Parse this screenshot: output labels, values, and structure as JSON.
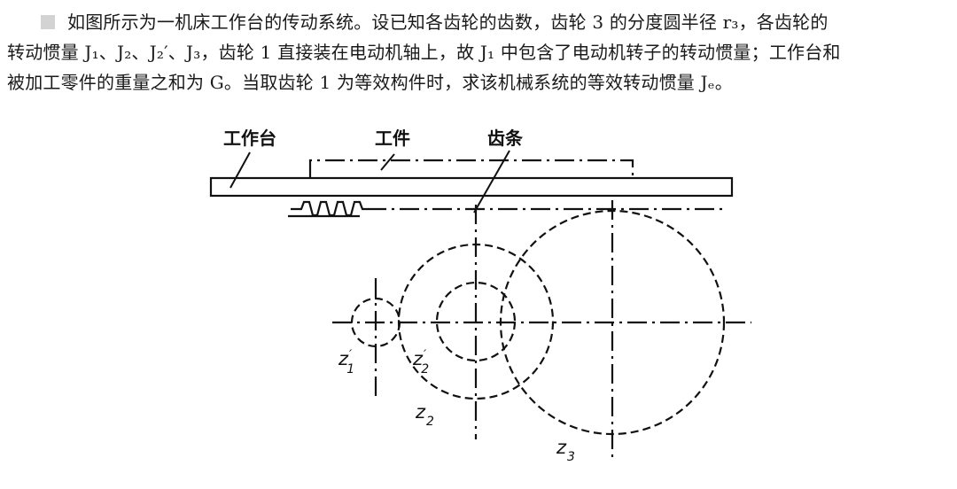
{
  "problem": {
    "line1": "如图所示为一机床工作台的传动系统。设已知各齿轮的齿数，齿轮 3 的分度圆半径 r₃，各齿轮的",
    "line2": "转动惯量 J₁、J₂、J₂′、J₃，齿轮 1 直接装在电动机轴上，故 J₁ 中包含了电动机转子的转动惯量；工作台和",
    "line3": "被加工零件的重量之和为 G。当取齿轮 1 为等效构件时，求该机械系统的等效转动惯量 Jₑ。"
  },
  "figure": {
    "label_worktable": "工作台",
    "label_workpiece": "工件",
    "label_rack": "齿条",
    "gear_z1p": {
      "main": "z",
      "prime": "′",
      "sub": "1"
    },
    "gear_z2p": {
      "main": "z",
      "prime": "′",
      "sub": "2"
    },
    "gear_z2": {
      "main": "z",
      "sub": "2"
    },
    "gear_z3": {
      "main": "z",
      "sub": "3"
    }
  }
}
